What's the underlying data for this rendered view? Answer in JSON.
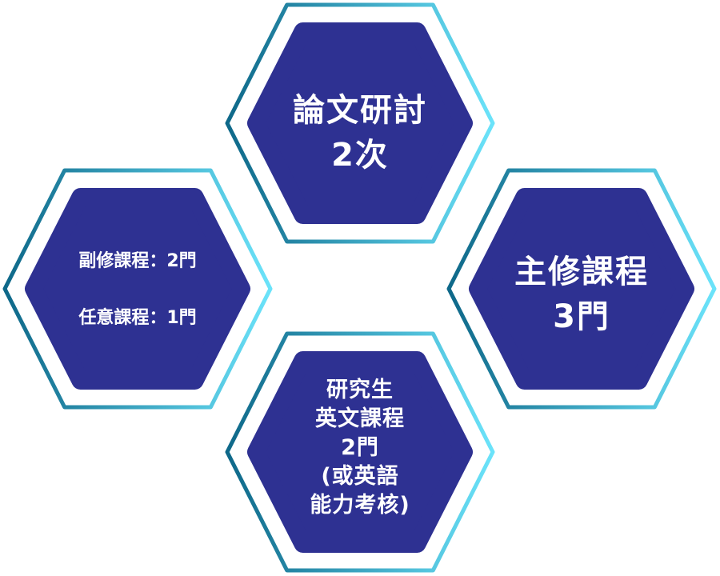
{
  "colors": {
    "fill": "#2e3192",
    "stroke_dark": "#0e6889",
    "stroke_light": "#6be3fa",
    "text": "#ffffff"
  },
  "hexagons": [
    {
      "id": "thesis-seminar",
      "lines": [
        "論文研討",
        "2次"
      ]
    },
    {
      "id": "minor-elective",
      "lines": [
        "副修課程：2門",
        "任意課程：1門"
      ]
    },
    {
      "id": "major-courses",
      "lines": [
        "主修課程",
        "3門"
      ]
    },
    {
      "id": "english-courses",
      "lines": [
        "研究生",
        "英文課程",
        "2門",
        "(或英語",
        "能力考核)"
      ]
    }
  ]
}
